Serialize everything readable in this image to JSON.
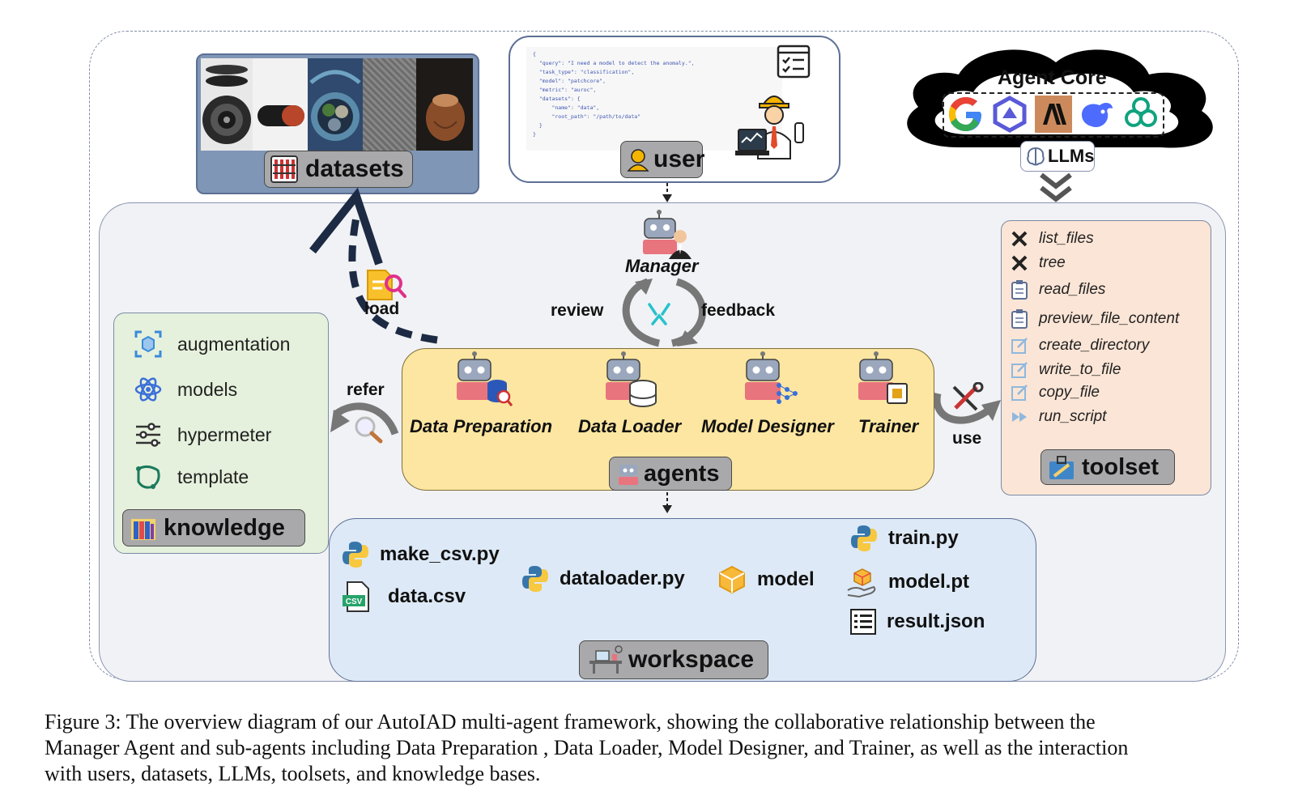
{
  "datasets": {
    "label": "datasets"
  },
  "user": {
    "label": "user",
    "query_json_lines": [
      "{",
      "  \"query\": \"I need a model to detect the anomaly.\",",
      "  \"task_type\": \"classification\",",
      "  \"model\": \"patchcore\",",
      "  \"metric\": \"auroc\",",
      "  \"datasets\": {",
      "      \"name\": \"data\",",
      "      \"root_path\": \"/path/to/data\"",
      "  }",
      "}"
    ]
  },
  "agent_core": {
    "title": "Agent Core",
    "llms_label": "LLMs",
    "providers": [
      "google-icon",
      "tongyi-icon",
      "anthropic-icon",
      "deepseek-icon",
      "openai-icon"
    ]
  },
  "manager": {
    "label": "Manager"
  },
  "flows": {
    "review": "review",
    "feedback": "feedback",
    "load": "load",
    "refer": "refer",
    "use": "use"
  },
  "knowledge": {
    "label": "knowledge",
    "items": [
      "augmentation",
      "models",
      "hypermeter",
      "template"
    ]
  },
  "agents": {
    "label": "agents",
    "names": [
      "Data Preparation",
      "Data Loader",
      "Model Designer",
      "Trainer"
    ]
  },
  "toolset": {
    "label": "toolset",
    "tools": [
      "list_files",
      "tree",
      "read_files",
      "preview_file_content",
      "create_directory",
      "write_to_file",
      "copy_file",
      "run_script"
    ]
  },
  "workspace": {
    "label": "workspace",
    "files": {
      "make_csv": "make_csv.py",
      "data_csv": "data.csv",
      "dataloader": "dataloader.py",
      "model": "model",
      "train": "train.py",
      "model_pt": "model.pt",
      "result": "result.json"
    },
    "csv_badge": "CSV"
  },
  "caption": {
    "line1": "Figure 3: The overview diagram of our AutoIAD multi-agent framework, showing the collaborative relationship between the",
    "line2": "Manager Agent and sub-agents including Data Preparation , Data Loader, Model Designer, and Trainer, as well as the interaction",
    "line3": "with users, datasets, LLMs, toolsets, and knowledge bases."
  },
  "colors": {
    "knowledge_bg": "#e5f1dc",
    "agents_bg": "#fde6a1",
    "toolset_bg": "#fbe5d6",
    "workspace_bg": "#dde9f6",
    "datasets_bg": "#7f96b6"
  }
}
